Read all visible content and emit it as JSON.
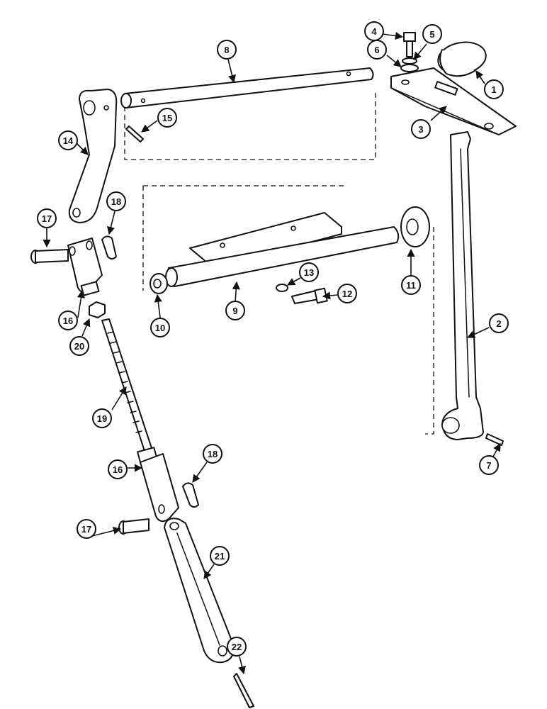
{
  "diagram": {
    "callouts": [
      {
        "id": "c1",
        "label": "1"
      },
      {
        "id": "c2",
        "label": "2"
      },
      {
        "id": "c3",
        "label": "3"
      },
      {
        "id": "c4",
        "label": "4"
      },
      {
        "id": "c5",
        "label": "5"
      },
      {
        "id": "c6",
        "label": "6"
      },
      {
        "id": "c7",
        "label": "7"
      },
      {
        "id": "c8",
        "label": "8"
      },
      {
        "id": "c9",
        "label": "9"
      },
      {
        "id": "c10",
        "label": "10"
      },
      {
        "id": "c11",
        "label": "11"
      },
      {
        "id": "c12",
        "label": "12"
      },
      {
        "id": "c13",
        "label": "13"
      },
      {
        "id": "c14",
        "label": "14"
      },
      {
        "id": "c15",
        "label": "15"
      },
      {
        "id": "c16a",
        "label": "16"
      },
      {
        "id": "c16b",
        "label": "16"
      },
      {
        "id": "c17a",
        "label": "17"
      },
      {
        "id": "c17b",
        "label": "17"
      },
      {
        "id": "c18a",
        "label": "18"
      },
      {
        "id": "c18b",
        "label": "18"
      },
      {
        "id": "c19",
        "label": "19"
      },
      {
        "id": "c20",
        "label": "20"
      },
      {
        "id": "c21",
        "label": "21"
      },
      {
        "id": "c22",
        "label": "22"
      }
    ]
  }
}
